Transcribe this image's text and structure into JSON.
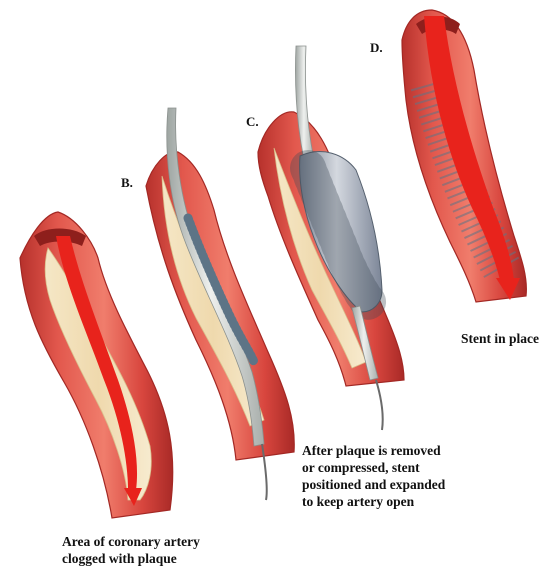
{
  "panels": {
    "a": {
      "caption": [
        "Area of coronary artery",
        "clogged with plaque"
      ]
    },
    "b": {
      "label": "B."
    },
    "c": {
      "label": "C.",
      "caption": [
        "After plaque is removed",
        "or compressed, stent",
        "positioned and expanded",
        "to keep artery open"
      ]
    },
    "d": {
      "label": "D.",
      "caption": [
        "Stent in place"
      ]
    }
  },
  "colors": {
    "artery_outer": "#d9473f",
    "artery_edge": "#f08a7a",
    "artery_inner": "#c8322c",
    "plaque": "#f2dfb8",
    "blood": "#e8231c",
    "catheter": "#cfd3d0",
    "stent": "#5d7486",
    "balloon": "#8d98a8",
    "guidewire": "#6a6a6a"
  },
  "icons": {
    "flow": "arrow-down-icon"
  }
}
